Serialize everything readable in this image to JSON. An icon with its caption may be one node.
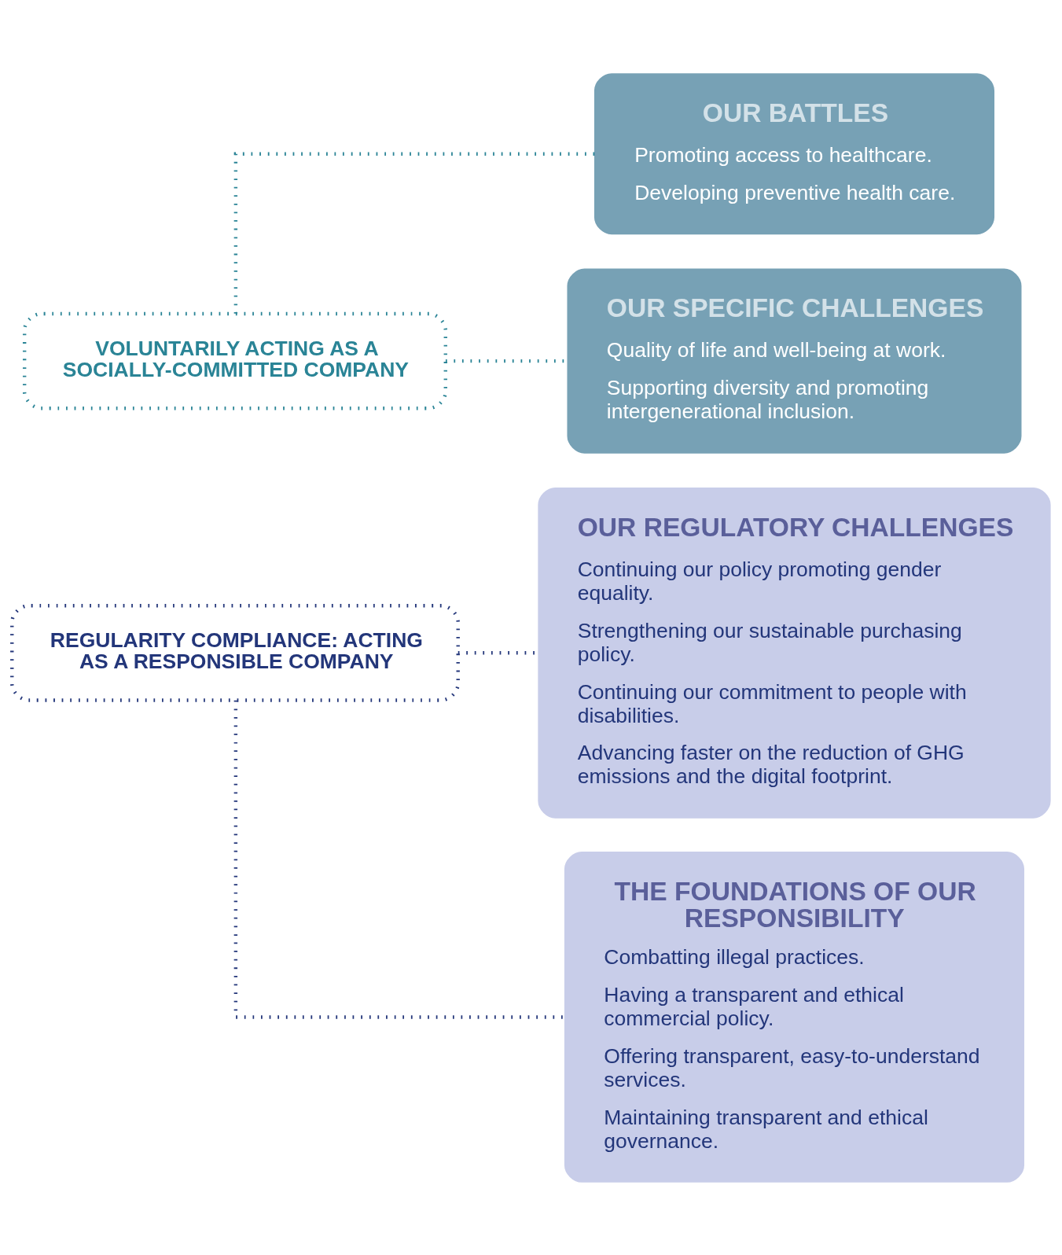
{
  "diagram": {
    "nodes": [
      {
        "text": [
          "VOLUNTARILY ACTING AS A SOCIALLY-COMMITTED COMPANY"
        ]
      },
      {
        "text": [
          "OUR BATTLES",
          "Promoting access to healthcare.",
          "Developing preventive health care."
        ]
      },
      {
        "text": [
          "OUR SPECIFIC CHALLENGES",
          "Quality of life and well-being at work.",
          "Supporting diversity and promoting intergenerational inclusion."
        ]
      },
      {
        "text": [
          "REGULARITY COMPLIANCE: ACTING AS A RESPONSIBLE COMPANY"
        ]
      },
      {
        "text": [
          "OUR REGULATORY CHALLENGES",
          "Continuing our policy promoting gender equality.",
          "Strengthening our sustainable purchasing policy.",
          "Continuing our commitment to people with disabilities.",
          "Advancing faster on the reduction of GHG emissions and the digital footprint."
        ]
      },
      {
        "text": [
          "THE FOUNDATIONS OF OUR RESPONSIBILITY",
          "Combatting illegal practices.",
          "Having a transparent and ethical commercial policy.",
          "Offering transparent, easy-to-understand services.",
          "Maintaining transparent and ethical governance."
        ]
      }
    ],
    "edges": [
      {
        "from": 0,
        "to": 1,
        "arrow": "none",
        "style": "dashed",
        "color": "#2a8496"
      },
      {
        "from": 0,
        "to": 2,
        "arrow": "none",
        "style": "dashed",
        "color": "#2a8496"
      },
      {
        "from": 3,
        "to": 4,
        "arrow": "none",
        "style": "dashed",
        "color": "#23367a"
      },
      {
        "from": 3,
        "to": 5,
        "arrow": "none",
        "style": "dashed",
        "color": "#23367a"
      }
    ]
  }
}
